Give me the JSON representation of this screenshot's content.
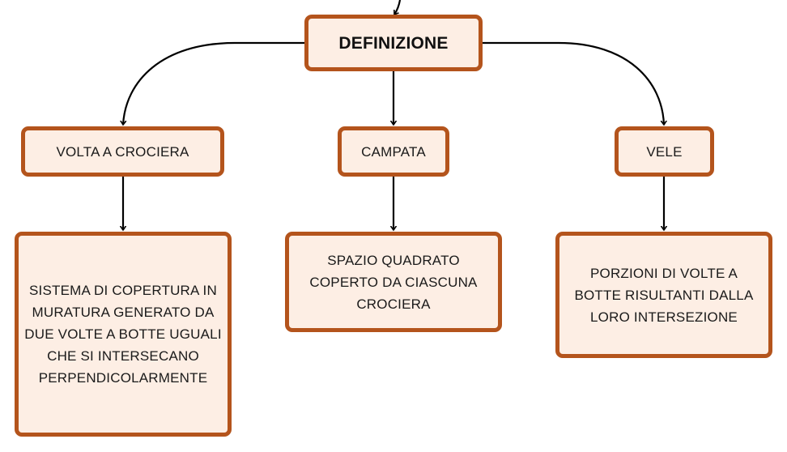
{
  "diagram": {
    "root": {
      "label": "DEFINIZIONE"
    },
    "branches": [
      {
        "category": "VOLTA A CROCIERA",
        "description": "SISTEMA DI COPERTURA IN MURATURA GENERATO DA DUE VOLTE A BOTTE UGUALI CHE SI INTERSECANO PERPENDICOLARMENTE"
      },
      {
        "category": "CAMPATA",
        "description": "SPAZIO QUADRATO COPERTO DA CIASCUNA CROCIERA"
      },
      {
        "category": "VELE",
        "description": "PORZIONI DI VOLTE A BOTTE RISULTANTI DALLA LORO INTERSEZIONE"
      }
    ]
  },
  "colors": {
    "node_border": "#b4541c",
    "node_fill": "#fdeee4",
    "connector": "#000000"
  }
}
